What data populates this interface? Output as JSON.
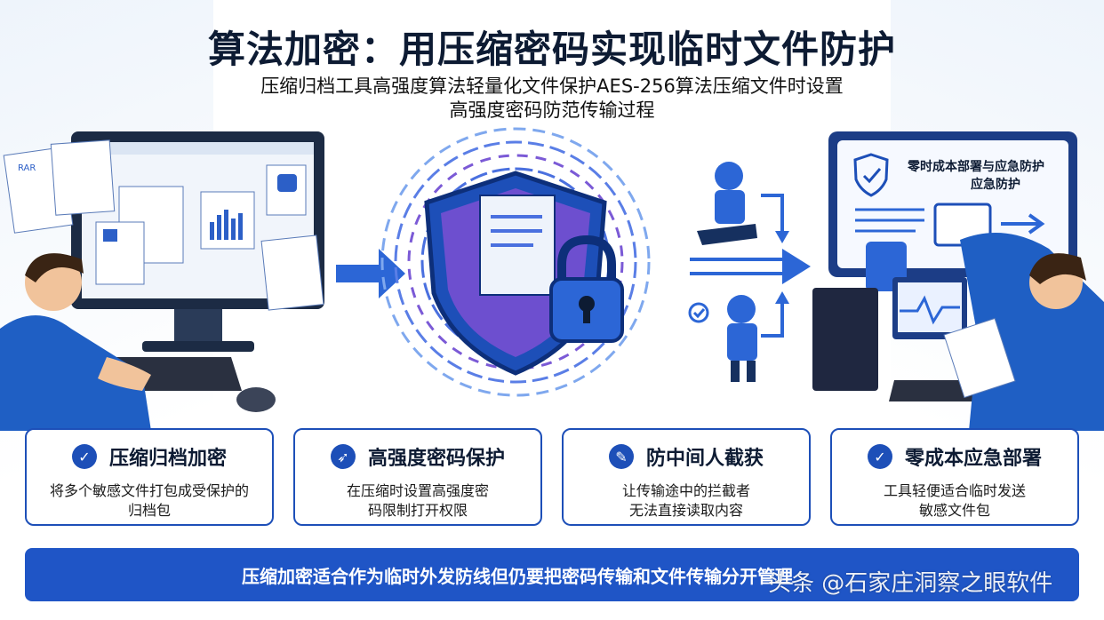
{
  "title": "算法加密：用压缩密码实现临时文件防护",
  "subtitle_line1": "压缩归档工具高强度算法轻量化文件保护AES-256算法压缩文件时设置",
  "subtitle_line2": "高强度密码防范传输过程",
  "right_panel": {
    "line1": "零时成本部署与应急防护",
    "line2": "应急防护"
  },
  "screen_tag": "RAR",
  "cards": [
    {
      "title": "压缩归档加密",
      "desc_line1": "将多个敏感文件打包成受保护的",
      "desc_line2": "归档包",
      "icon": "check-icon"
    },
    {
      "title": "高强度密码保护",
      "desc_line1": "在压缩时设置高强度密",
      "desc_line2": "码限制打开权限",
      "icon": "rocket-icon"
    },
    {
      "title": "防中间人截获",
      "desc_line1": "让传输途中的拦截者",
      "desc_line2": "无法直接读取内容",
      "icon": "pen-icon"
    },
    {
      "title": "零成本应急部署",
      "desc_line1": "工具轻便适合临时发送",
      "desc_line2": "敏感文件包",
      "icon": "check-icon"
    }
  ],
  "banner_text": "压缩加密适合作为临时外发防线但仍要把密码传输和文件传输分开管理",
  "watermark": "头条 @石家庄洞察之眼软件",
  "colors": {
    "primary": "#1d4fb8",
    "banner": "#1f55c6",
    "dark": "#0d1b33"
  }
}
